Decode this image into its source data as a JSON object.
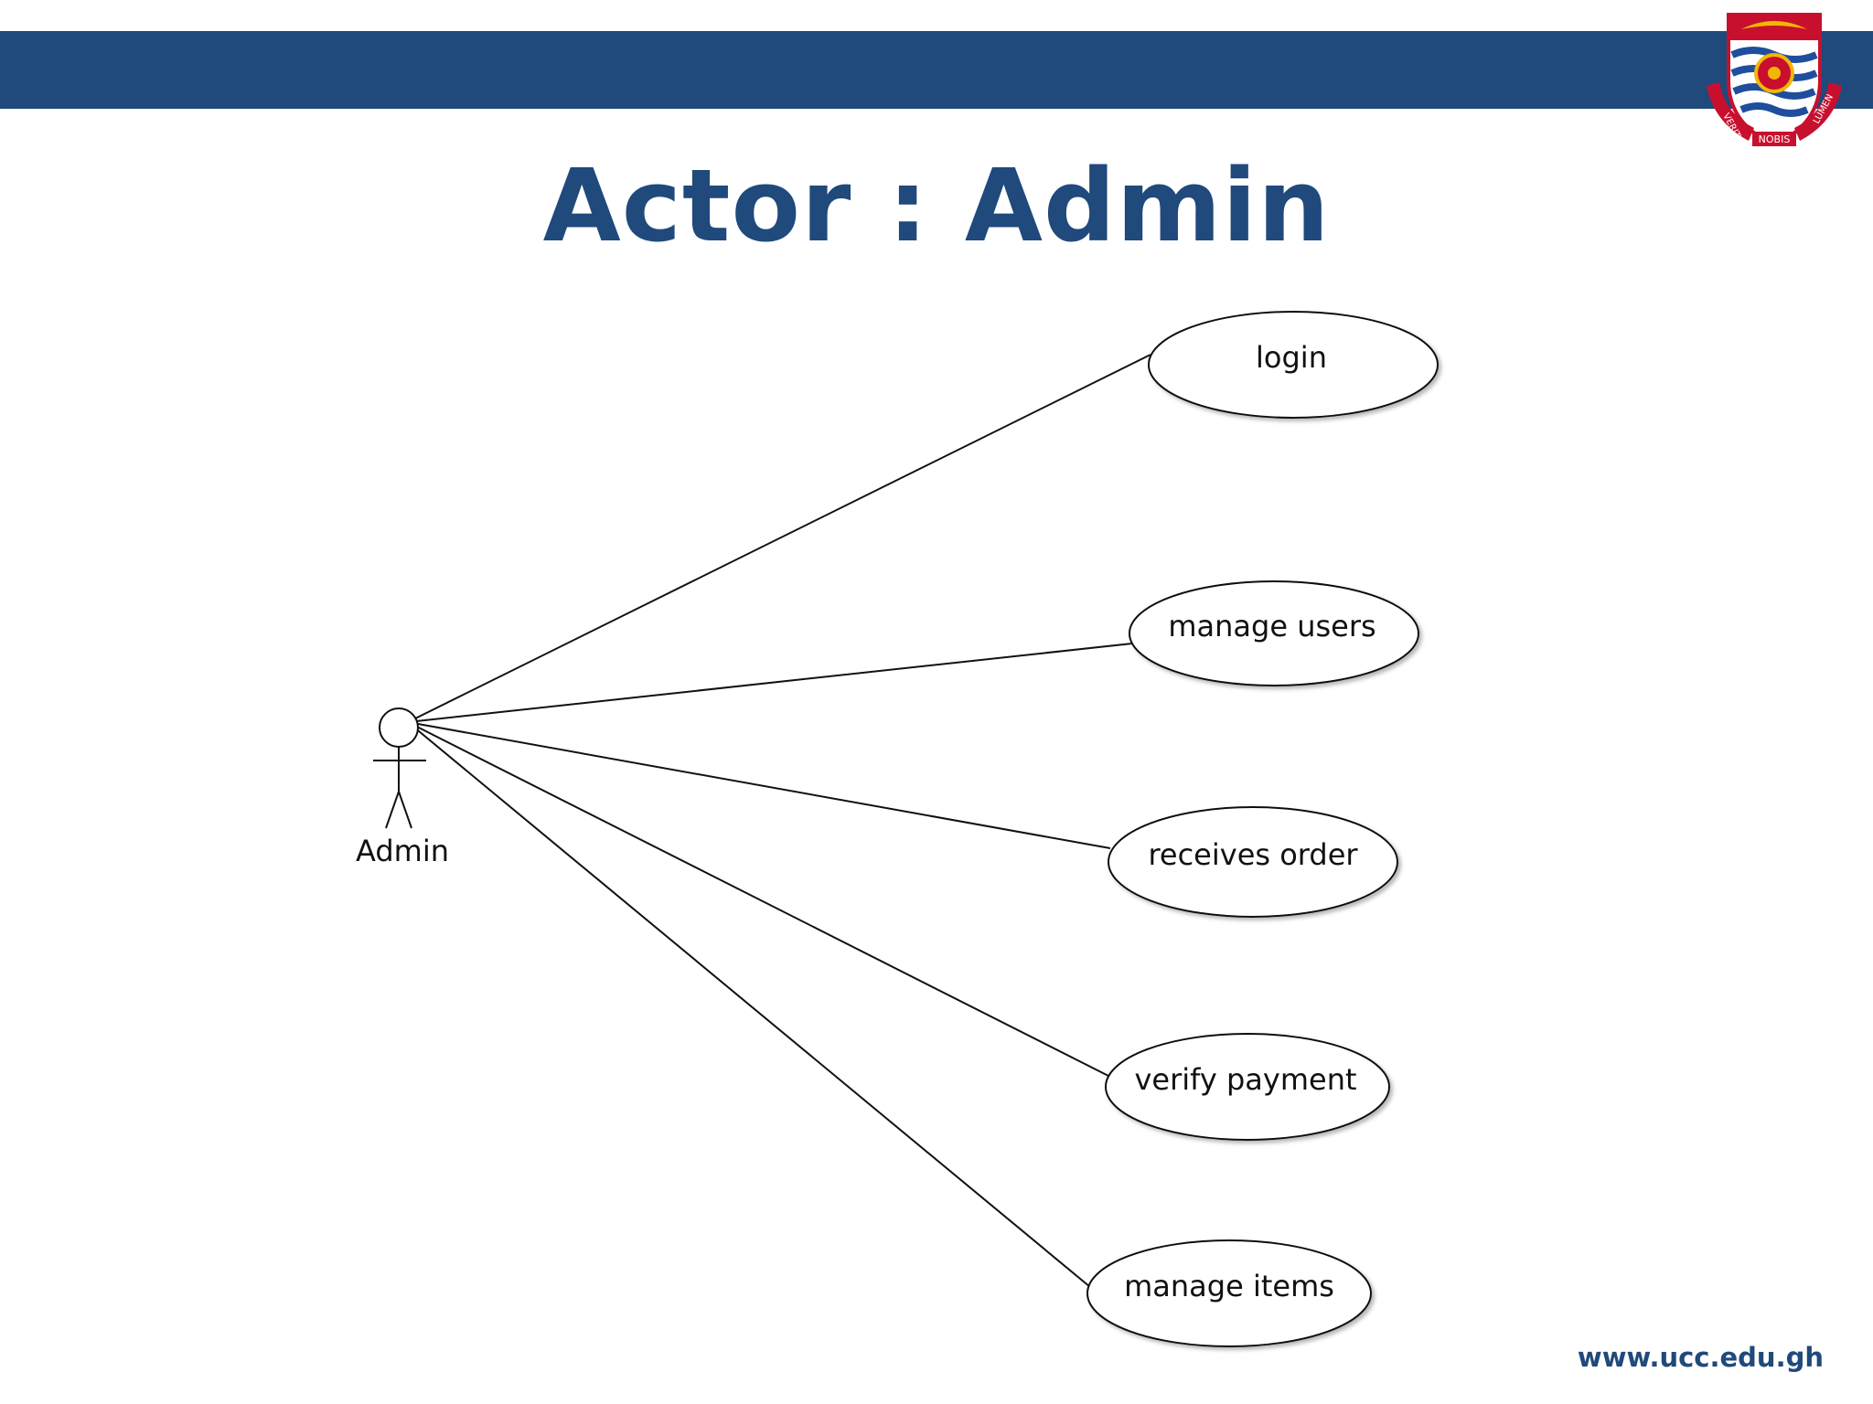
{
  "header": {
    "band_color": "#20497c",
    "crest": {
      "icon": "university-crest-icon",
      "motto_left": "VERITAS",
      "motto_center": "NOBIS",
      "motto_right": "LUMEN"
    }
  },
  "title": "Actor : Admin",
  "diagram": {
    "actor": {
      "label": "Admin",
      "icon": "stick-figure-icon"
    },
    "use_cases": [
      {
        "label": "login"
      },
      {
        "label": "manage users"
      },
      {
        "label": "receives order"
      },
      {
        "label": "verify payment"
      },
      {
        "label": "manage items"
      }
    ]
  },
  "footer": {
    "url": "www.ucc.edu.gh"
  },
  "colors": {
    "accent": "#20497c",
    "crest_red": "#c8102e",
    "crest_gold": "#f2b705"
  }
}
